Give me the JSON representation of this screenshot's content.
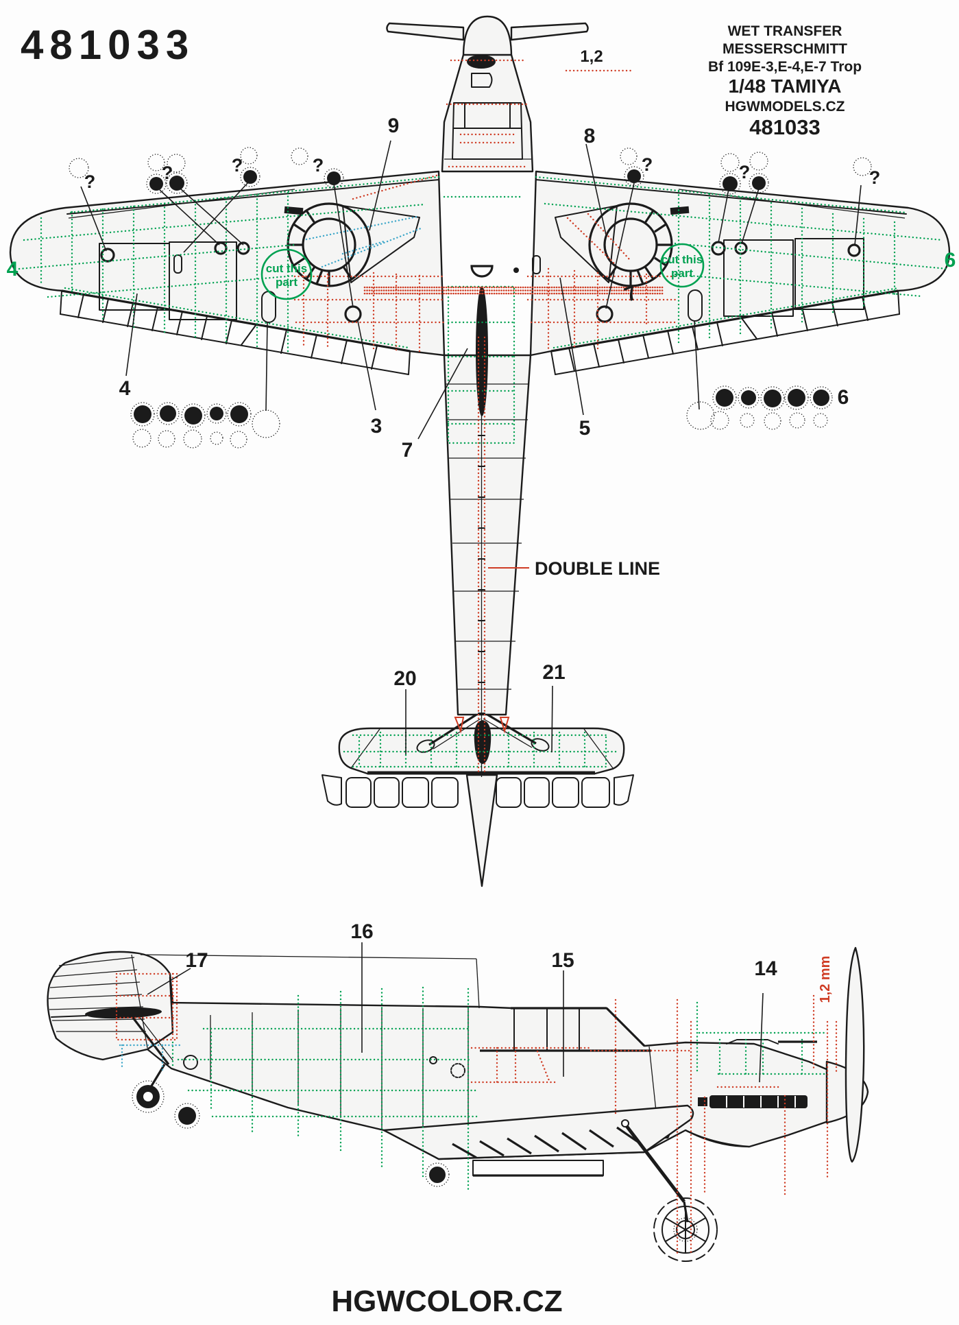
{
  "colors": {
    "ink": "#1b1b1b",
    "stencil_green": "#00a151",
    "stencil_red": "#cf3c24",
    "stencil_blue": "#3ea7c9",
    "paper": "#fdfdfd"
  },
  "header": {
    "part_number": "481033"
  },
  "info_box": {
    "line1": "WET TRANSFER",
    "line2": "MESSERSCHMITT",
    "line3": "Bf 109E-3,E-4,E-7 Trop",
    "line4": "1/48 TAMIYA",
    "line5": "HGWMODELS.CZ",
    "line6": "481033"
  },
  "footer": {
    "brand": "HGWCOLOR.CZ"
  },
  "annotations": {
    "rivet_pitch_top": "1,2",
    "rivet_pitch_side": "1,2 mm",
    "double_line": "DOUBLE LINE",
    "question_mark": "?",
    "cut_line1": "cut this",
    "cut_line2": "part"
  },
  "callouts": {
    "c3": "3",
    "c4": "4",
    "c4_green": "4",
    "c5": "5",
    "c6": "6",
    "c6_green": "6",
    "c7": "7",
    "c7_wheelwell": "7",
    "c8": "8",
    "c9": "9",
    "c14": "14",
    "c15": "15",
    "c16": "16",
    "c17": "17",
    "c20": "20",
    "c21": "21"
  }
}
